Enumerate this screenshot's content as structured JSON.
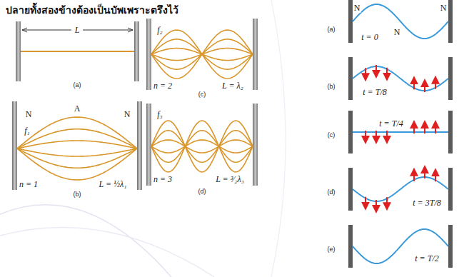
{
  "diagram": {
    "title": "ปลายทั้งสองข้างต้องเป็นบัพเพราะตรึงไว้",
    "labels": [
      "L",
      "(a)",
      "A",
      "N",
      "N",
      "f₁",
      "n = 1",
      "L = ½λ₁",
      "(b)",
      "f₂",
      "n = 2",
      "L = λ₂",
      "(c)",
      "f₃",
      "n = 3",
      "L = ³⁄₂λ₃",
      "(d)",
      "(a)",
      "N",
      "N",
      "N",
      "t = 0",
      "(b)",
      "t = T/8",
      "(c)",
      "t = T/4",
      "(d)",
      "t = 3T/8",
      "(e)",
      "t = T/2"
    ]
  }
}
